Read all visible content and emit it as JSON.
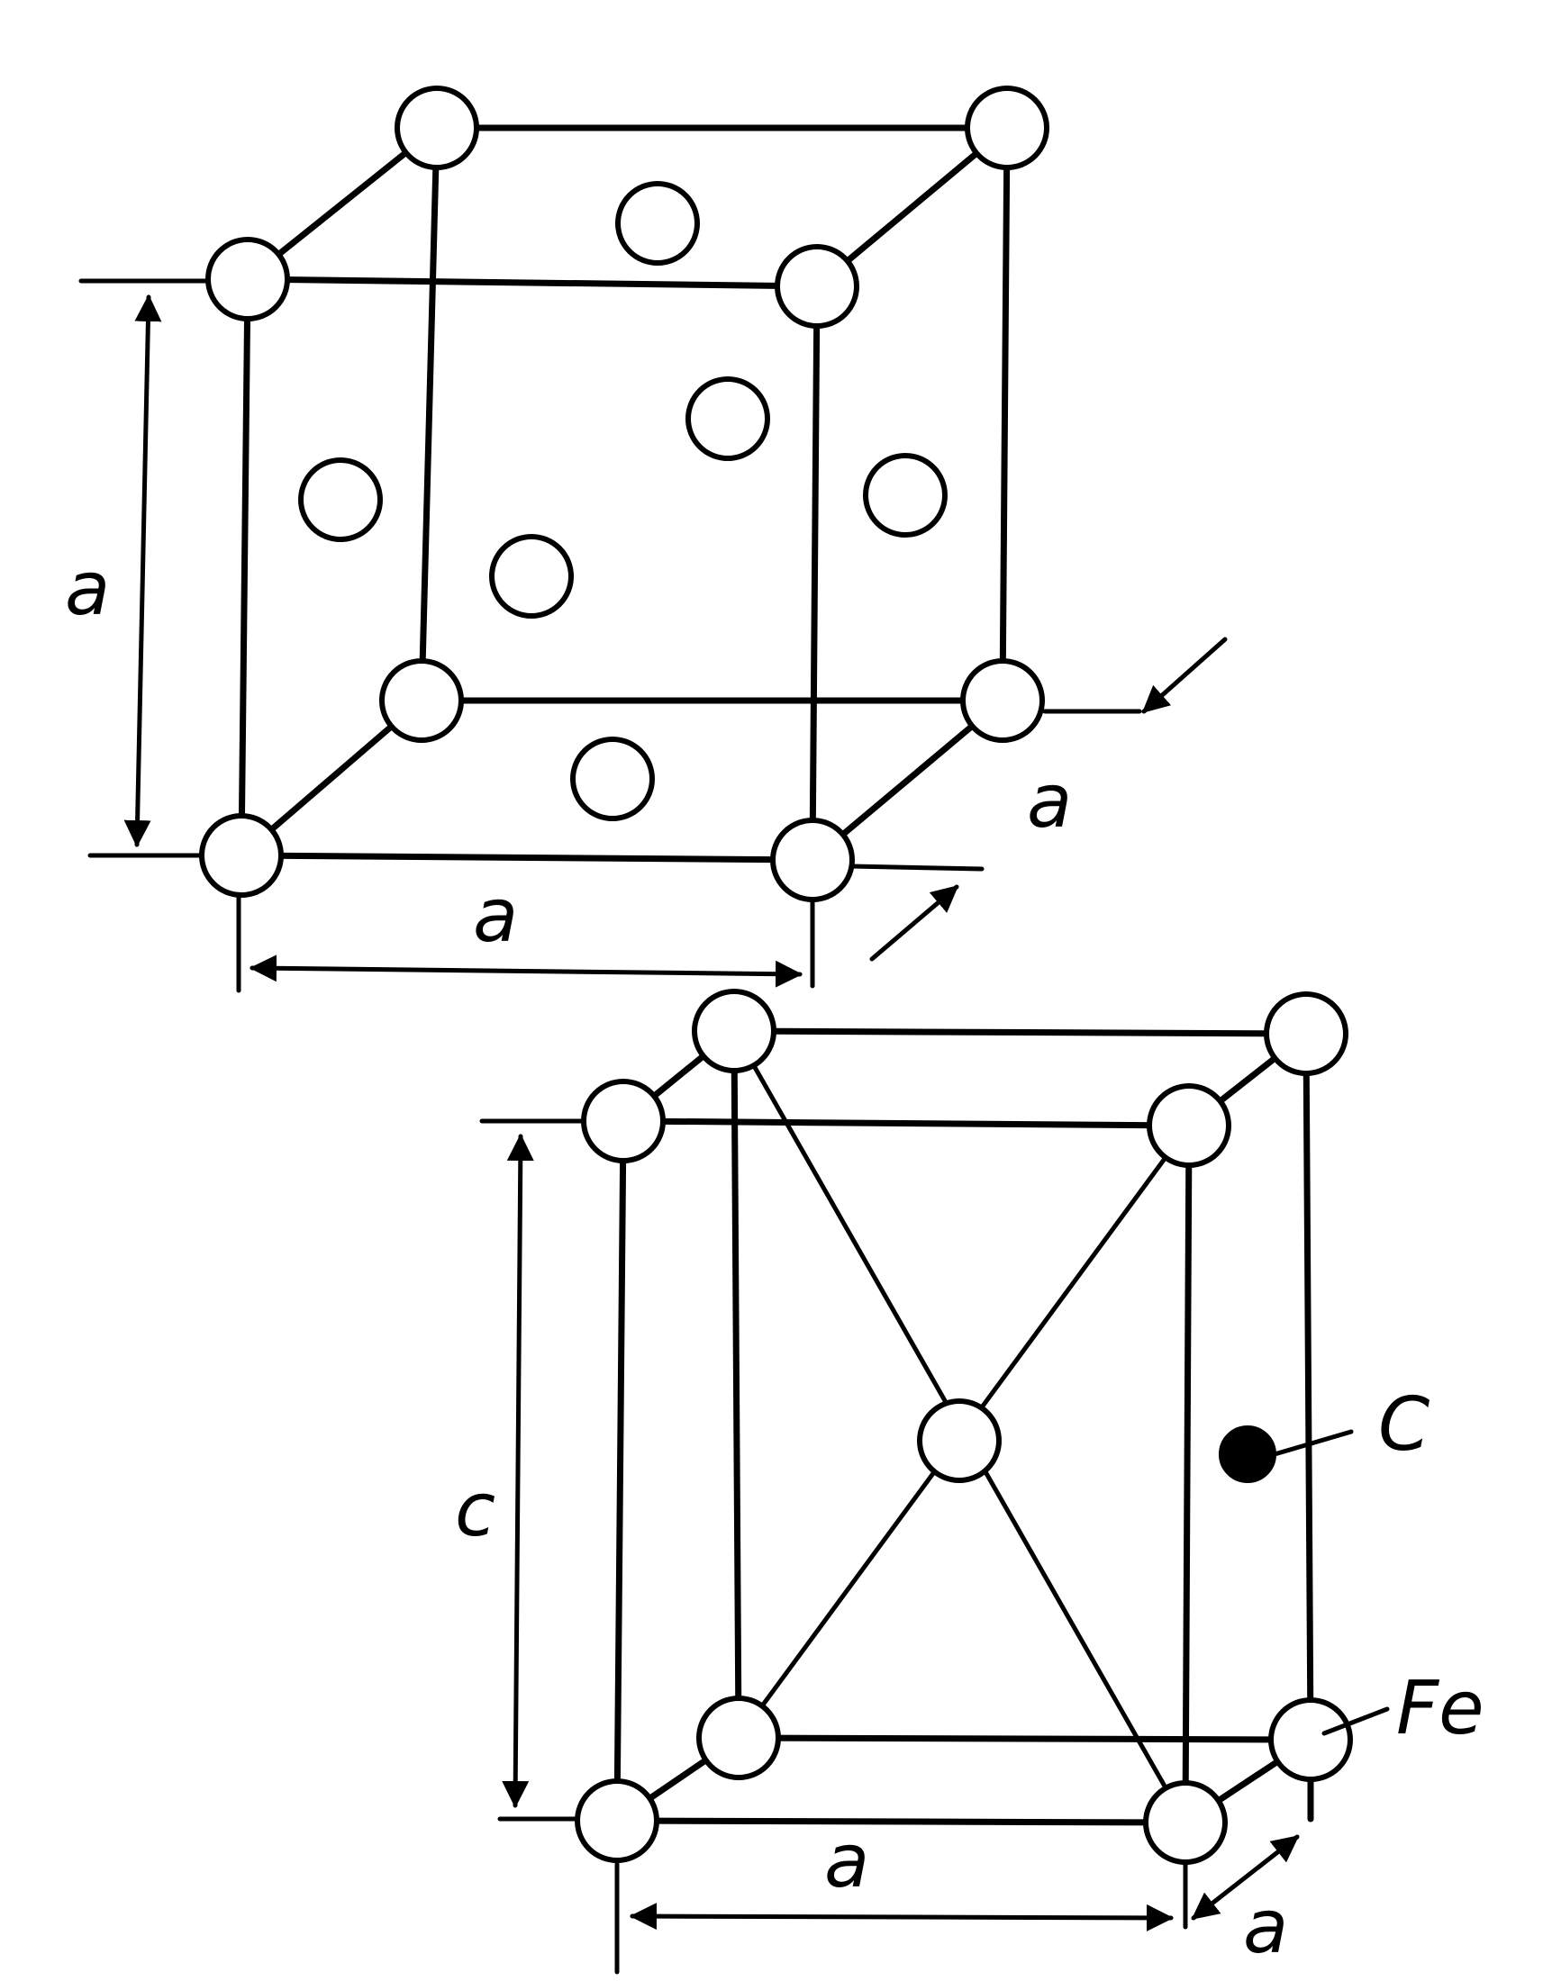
{
  "fcc_cell": {
    "edge_label_height": "a",
    "edge_label_width": "a",
    "edge_label_depth": "a"
  },
  "bct_cell": {
    "edge_label_height": "c",
    "edge_label_width": "a",
    "edge_label_depth": "a",
    "legend": {
      "carbon_label": "C",
      "iron_label": "Fe"
    }
  }
}
